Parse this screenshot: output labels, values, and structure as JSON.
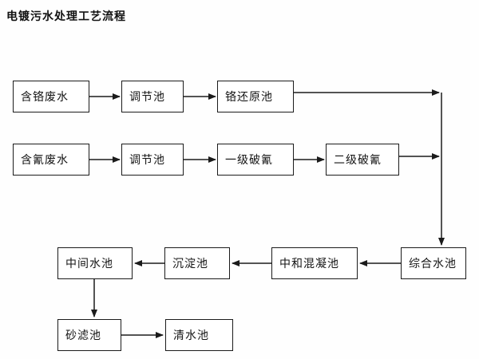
{
  "title": "电镀污水处理工艺流程",
  "colors": {
    "background": "#ffffff",
    "line": "#1b1b1b",
    "box_border": "#1b1b1b",
    "box_fill": "#ffffff",
    "text": "#141414"
  },
  "flowchart": {
    "type": "flowchart",
    "nodes": {
      "chromium_wastewater": {
        "label": "含铬废水"
      },
      "regulation_tank_1": {
        "label": "调节池"
      },
      "chromium_reduction_tank": {
        "label": "铬还原池"
      },
      "cyanide_wastewater": {
        "label": "含氰废水"
      },
      "regulation_tank_2": {
        "label": "调节池"
      },
      "primary_cyanide_breaking": {
        "label": "一级破氰"
      },
      "secondary_cyanide_breaking": {
        "label": "二级破氰"
      },
      "comprehensive_tank": {
        "label": "综合水池"
      },
      "neutralization_coagulation_tank": {
        "label": "中和混凝池"
      },
      "sedimentation_tank": {
        "label": "沉淀池"
      },
      "intermediate_tank": {
        "label": "中间水池"
      },
      "sand_filter_tank": {
        "label": "砂滤池"
      },
      "clean_water_tank": {
        "label": "清水池"
      }
    },
    "edges": [
      {
        "from": "chromium_wastewater",
        "to": "regulation_tank_1"
      },
      {
        "from": "regulation_tank_1",
        "to": "chromium_reduction_tank"
      },
      {
        "from": "chromium_reduction_tank",
        "to": "comprehensive_tank"
      },
      {
        "from": "cyanide_wastewater",
        "to": "regulation_tank_2"
      },
      {
        "from": "regulation_tank_2",
        "to": "primary_cyanide_breaking"
      },
      {
        "from": "primary_cyanide_breaking",
        "to": "secondary_cyanide_breaking"
      },
      {
        "from": "secondary_cyanide_breaking",
        "to": "comprehensive_tank"
      },
      {
        "from": "comprehensive_tank",
        "to": "neutralization_coagulation_tank"
      },
      {
        "from": "neutralization_coagulation_tank",
        "to": "sedimentation_tank"
      },
      {
        "from": "sedimentation_tank",
        "to": "intermediate_tank"
      },
      {
        "from": "intermediate_tank",
        "to": "sand_filter_tank"
      },
      {
        "from": "sand_filter_tank",
        "to": "clean_water_tank"
      }
    ]
  }
}
